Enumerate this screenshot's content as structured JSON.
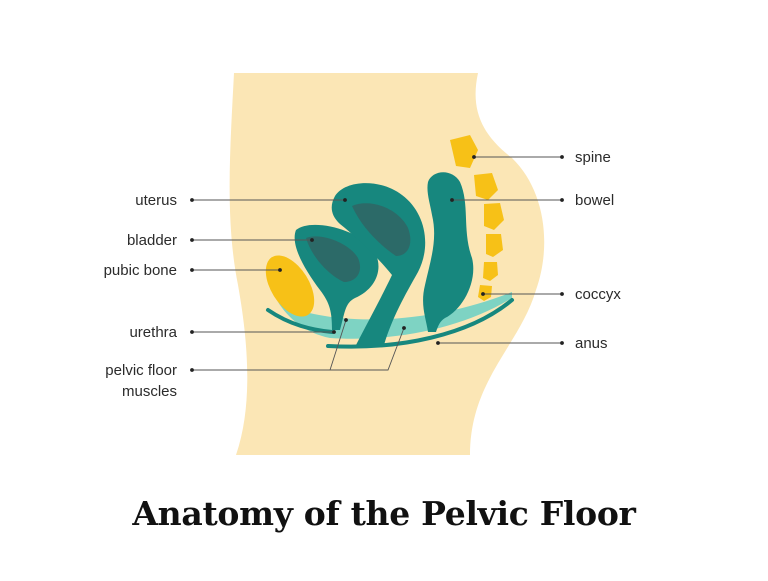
{
  "title": "Anatomy of the Pelvic Floor",
  "colors": {
    "body": "#FBE6B5",
    "organ_dark": "#17877E",
    "organ_inner": "#2C6A68",
    "bone": "#F7C117",
    "muscle": "#7ED3C3",
    "line": "#555555"
  },
  "labels": {
    "left": {
      "uterus": "uterus",
      "bladder": "bladder",
      "pubic_bone": "pubic bone",
      "urethra": "urethra",
      "pelvic_floor_1": "pelvic floor",
      "pelvic_floor_2": "muscles"
    },
    "right": {
      "spine": "spine",
      "bowel": "bowel",
      "coccyx": "coccyx",
      "anus": "anus"
    }
  }
}
